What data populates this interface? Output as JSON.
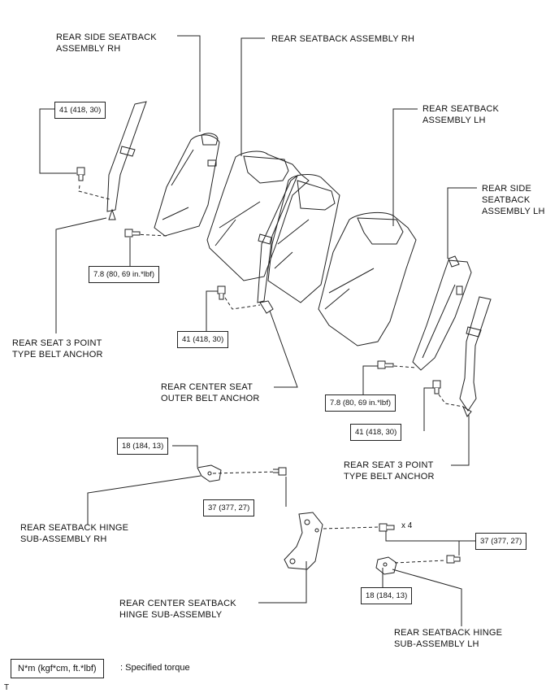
{
  "labels": {
    "rear_side_seatback_rh": [
      "REAR SIDE SEATBACK",
      "ASSEMBLY RH"
    ],
    "rear_seatback_rh": [
      "REAR SEATBACK ASSEMBLY RH"
    ],
    "rear_seatback_lh": [
      "REAR SEATBACK",
      "ASSEMBLY LH"
    ],
    "rear_side_seatback_lh": [
      "REAR SIDE",
      "SEATBACK",
      "ASSEMBLY LH"
    ],
    "belt_anchor_rh": [
      "REAR SEAT 3 POINT",
      "TYPE BELT ANCHOR"
    ],
    "center_outer_belt_anchor": [
      "REAR CENTER SEAT",
      "OUTER BELT ANCHOR"
    ],
    "belt_anchor_lh": [
      "REAR SEAT 3 POINT",
      "TYPE BELT ANCHOR"
    ],
    "hinge_rh": [
      "REAR SEATBACK HINGE",
      "SUB-ASSEMBLY RH"
    ],
    "center_hinge": [
      "REAR CENTER SEATBACK",
      "HINGE SUB-ASSEMBLY"
    ],
    "hinge_lh": [
      "REAR SEATBACK HINGE",
      "SUB-ASSEMBLY LH"
    ]
  },
  "torques": {
    "t1": "41 (418, 30)",
    "t2": "7.8 (80, 69 in.*lbf)",
    "t3": "41 (418, 30)",
    "t4": "7.8 (80, 69 in.*lbf)",
    "t5": "41 (418, 30)",
    "t6": "18 (184, 13)",
    "t7": "37 (377, 27)",
    "t8": "37 (377, 27)",
    "t9": "18 (184, 13)"
  },
  "multiplier": "x 4",
  "legend": {
    "unit": "N*m (kgf*cm, ft.*lbf)",
    "description": ": Specified torque"
  },
  "figure_code": "T"
}
